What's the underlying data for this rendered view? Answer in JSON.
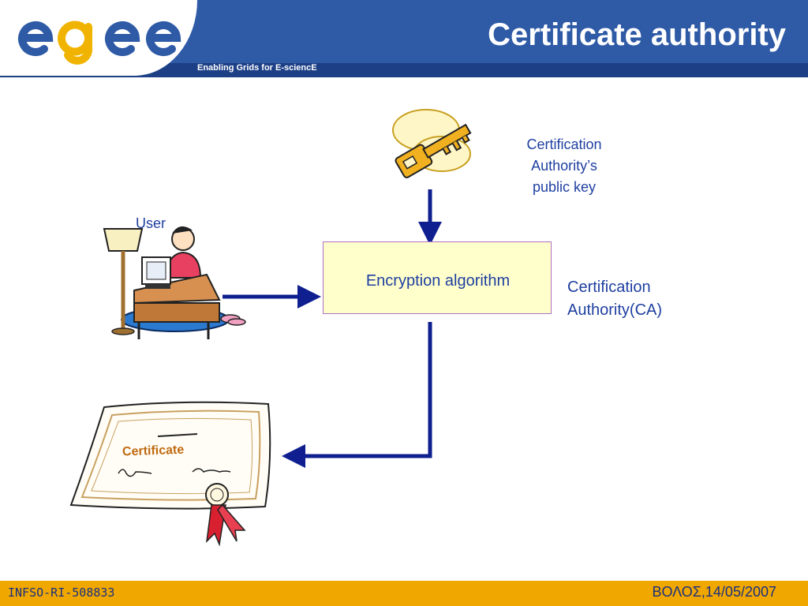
{
  "header": {
    "title": "Certificate authority",
    "tagline": "Enabling Grids for E-sciencE",
    "logo_text": "egee"
  },
  "diagram": {
    "public_key_label_lines": [
      "Certification",
      "Authority’s",
      "public key"
    ],
    "user_label": "User",
    "encryption_label": "Encryption algorithm",
    "ca_label_lines": [
      "Certification",
      "Authority(CA)"
    ],
    "certificate_label": "Certificate"
  },
  "footer": {
    "left": "INFSO-RI-508833",
    "right": "ΒΟΛΟΣ,14/05/2007"
  },
  "colors": {
    "header_blue": "#2e5aa6",
    "footer_orange": "#f0a800",
    "text_blue": "#1f3fa0",
    "arrow_navy": "#0f1f8f",
    "box_fill": "#ffffcc"
  },
  "icons": [
    "egee-logo",
    "key-icon",
    "user-at-desk-icon",
    "certificate-icon"
  ]
}
